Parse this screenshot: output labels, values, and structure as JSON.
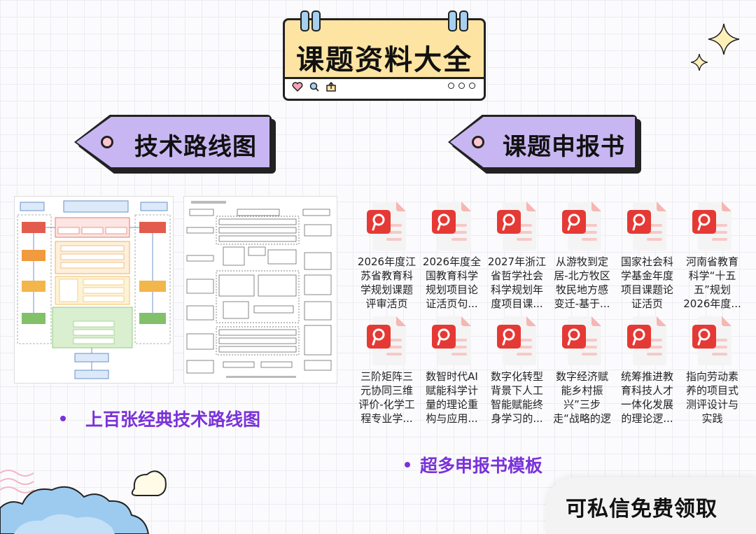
{
  "title": "课题资料大全",
  "tags": {
    "left": "技术路线图",
    "right": "课题申报书"
  },
  "captions": {
    "left": "上百张经典技术路线图",
    "right": "超多申报书模板"
  },
  "files": [
    "2026年度江苏省教育科学规划课题评审活页",
    "2026年度全国教育科学规划项目论证活页句...",
    "2027年浙江省哲学社会科学规划年度项目课...",
    "从游牧到定居-北方牧区牧民地方感变迁-基于...",
    "国家社会科学基金年度项目课题论证活页",
    "河南省教育科学“十五五”规划2026年度...",
    "三阶矩阵三元协同三维评价-化学工程专业学...",
    "数智时代AI赋能科学计量的理论重构与应用...",
    "数字化转型背景下人工智能赋能终身学习的...",
    "数字经济赋能乡村振兴”三步走“战略的逻辑进...",
    "统筹推进教育科技人才一体化发展的理论逻...",
    "指向劳动素养的项目式测评设计与实践"
  ],
  "cta": "可私信免费领取",
  "colors": {
    "title_bg": "#fde4a2",
    "tag_bg": "#c8b6f2",
    "caption": "#7a32d9",
    "pdf_red": "#e53935"
  },
  "icons": [
    "heart-icon",
    "search-icon",
    "share-icon",
    "pdf-file-icon",
    "sparkle-icon",
    "cloud-icon"
  ]
}
